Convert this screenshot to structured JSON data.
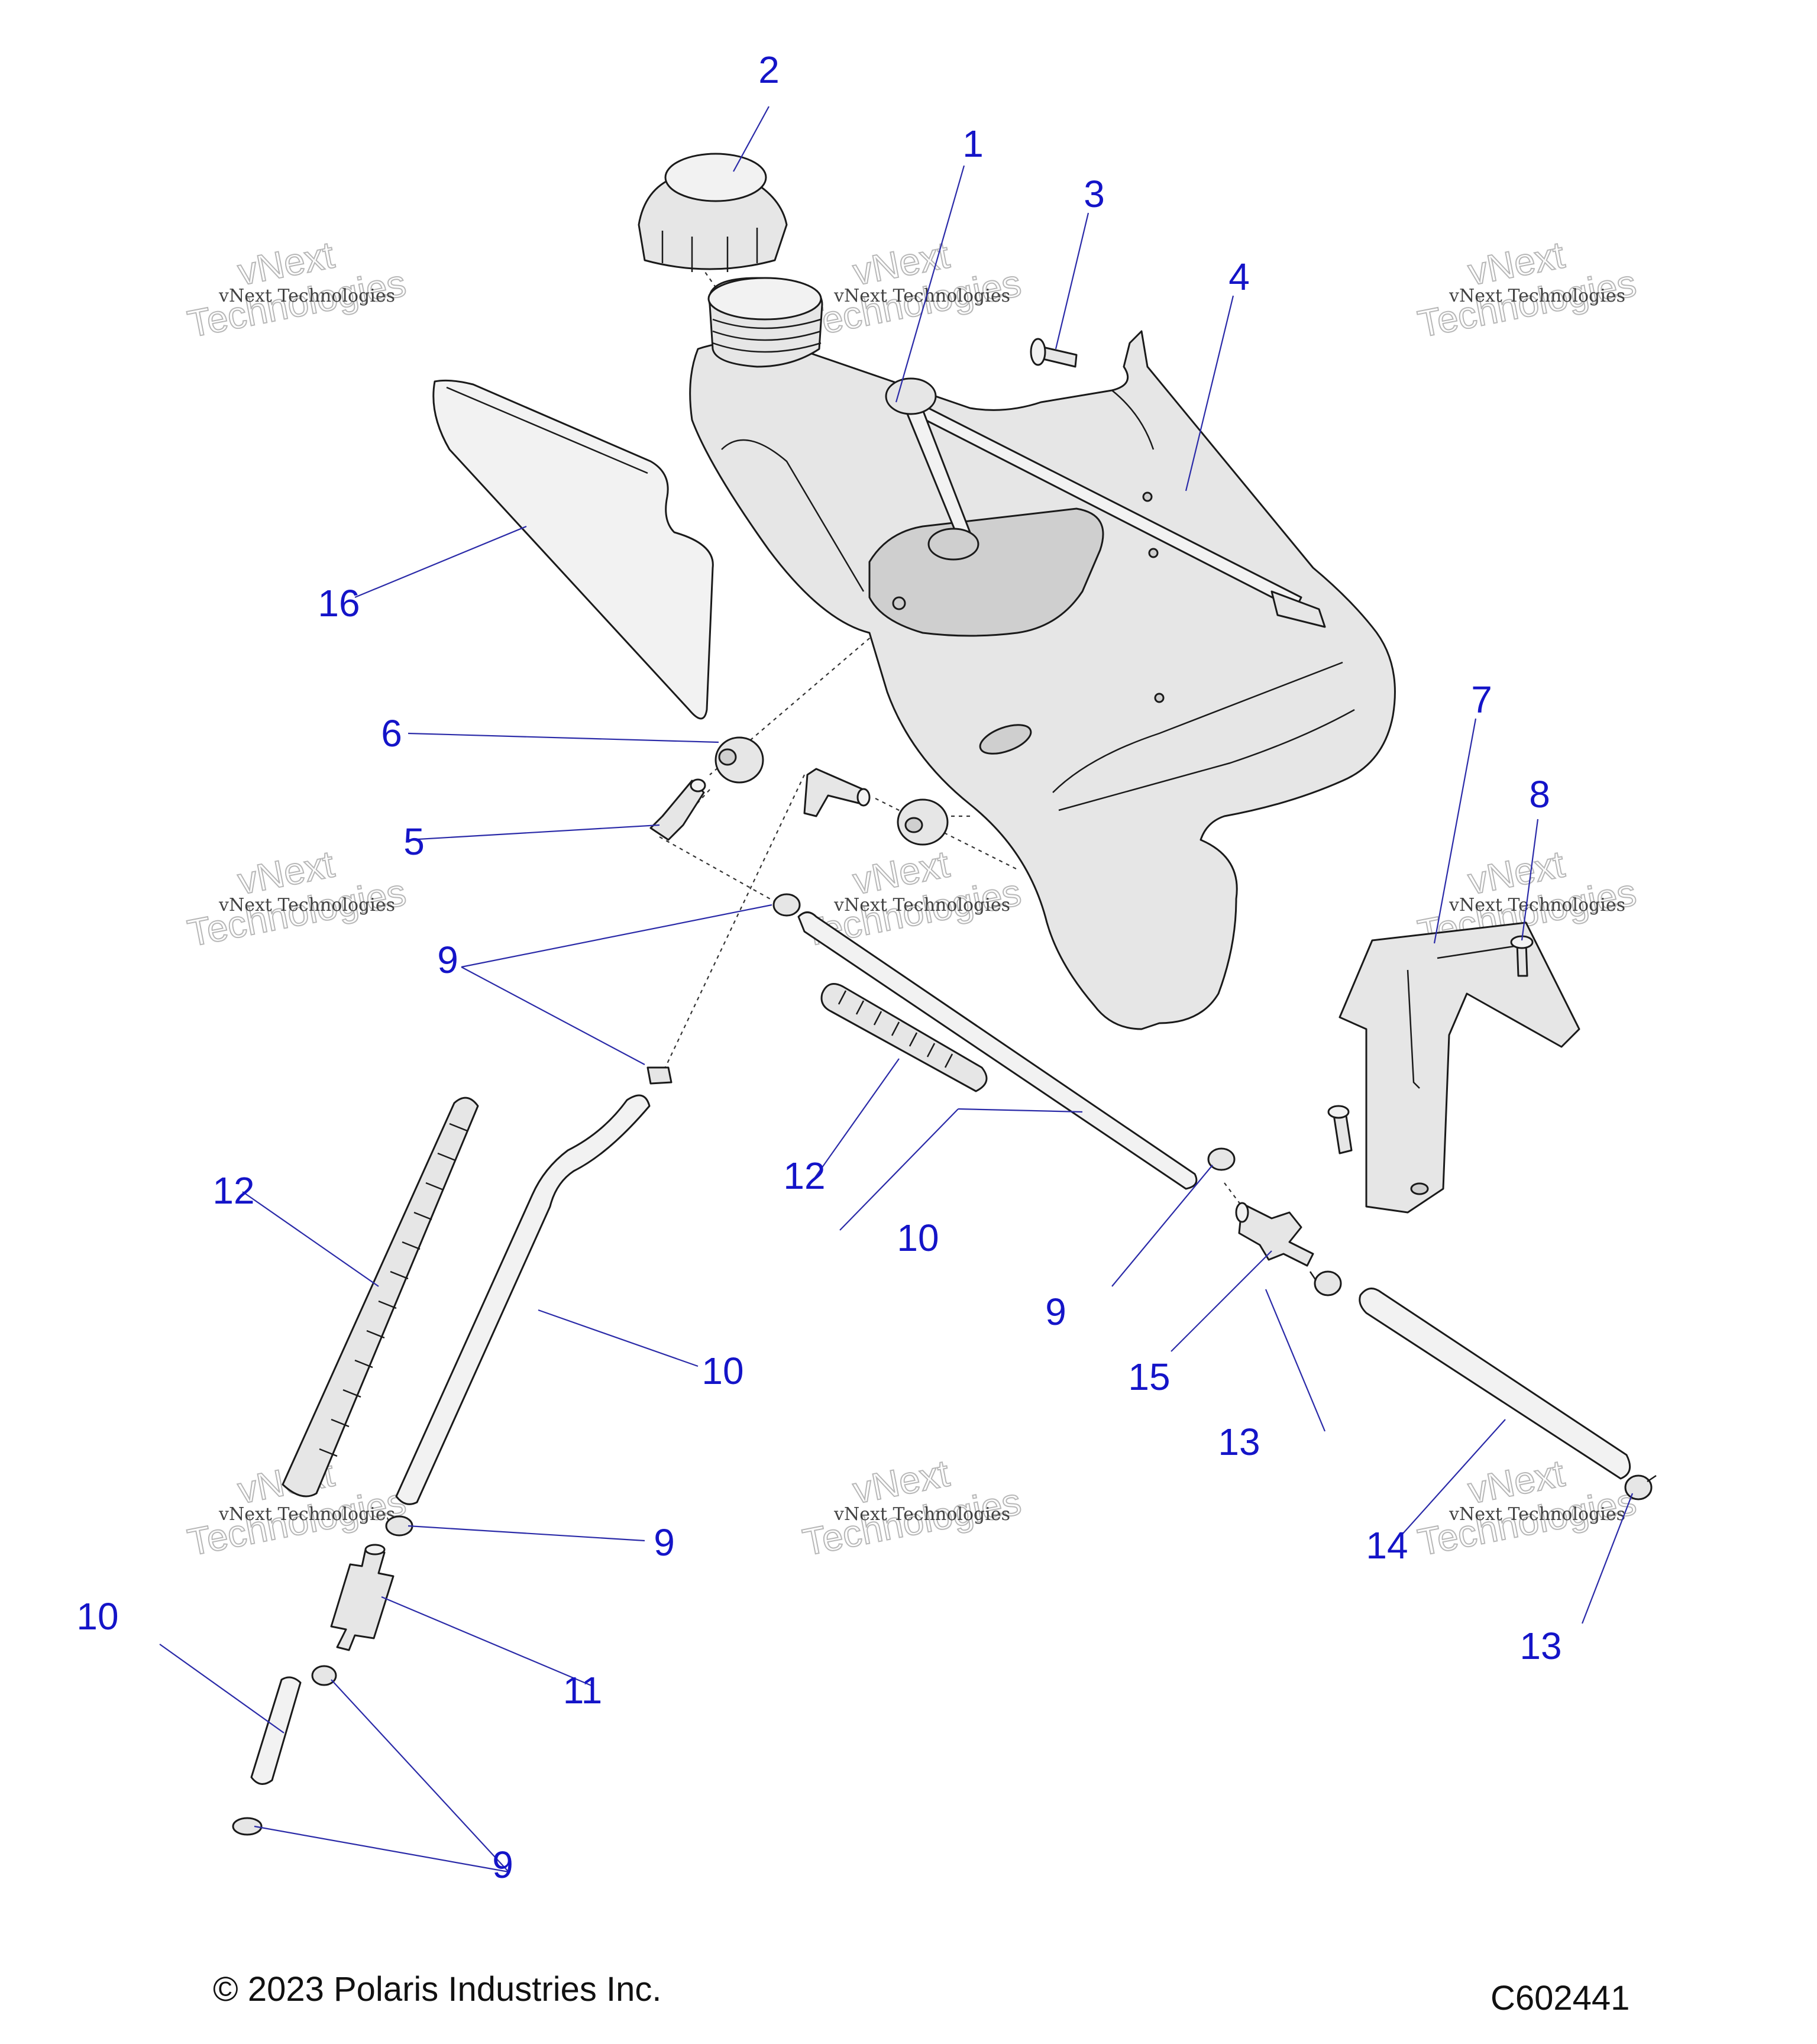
{
  "callouts": {
    "c1": "1",
    "c2": "2",
    "c3": "3",
    "c4": "4",
    "c5": "5",
    "c6": "6",
    "c7": "7",
    "c8": "8",
    "c9a": "9",
    "c9b": "9",
    "c9c": "9",
    "c9d": "9",
    "c10a": "10",
    "c10b": "10",
    "c10c": "10",
    "c11": "11",
    "c12a": "12",
    "c12b": "12",
    "c13a": "13",
    "c13b": "13",
    "c14": "14",
    "c15": "15",
    "c16": "16"
  },
  "watermark": {
    "line1": "vNext Technologies",
    "big1": "vNext",
    "big2": "Technologies"
  },
  "footer": {
    "copyright": "© 2023 Polaris Industries Inc.",
    "diagram_code": "C602441"
  },
  "colors": {
    "callout": "#1414c8",
    "leader": "#2a2aa8",
    "part_fill": "#e6e6e6"
  }
}
